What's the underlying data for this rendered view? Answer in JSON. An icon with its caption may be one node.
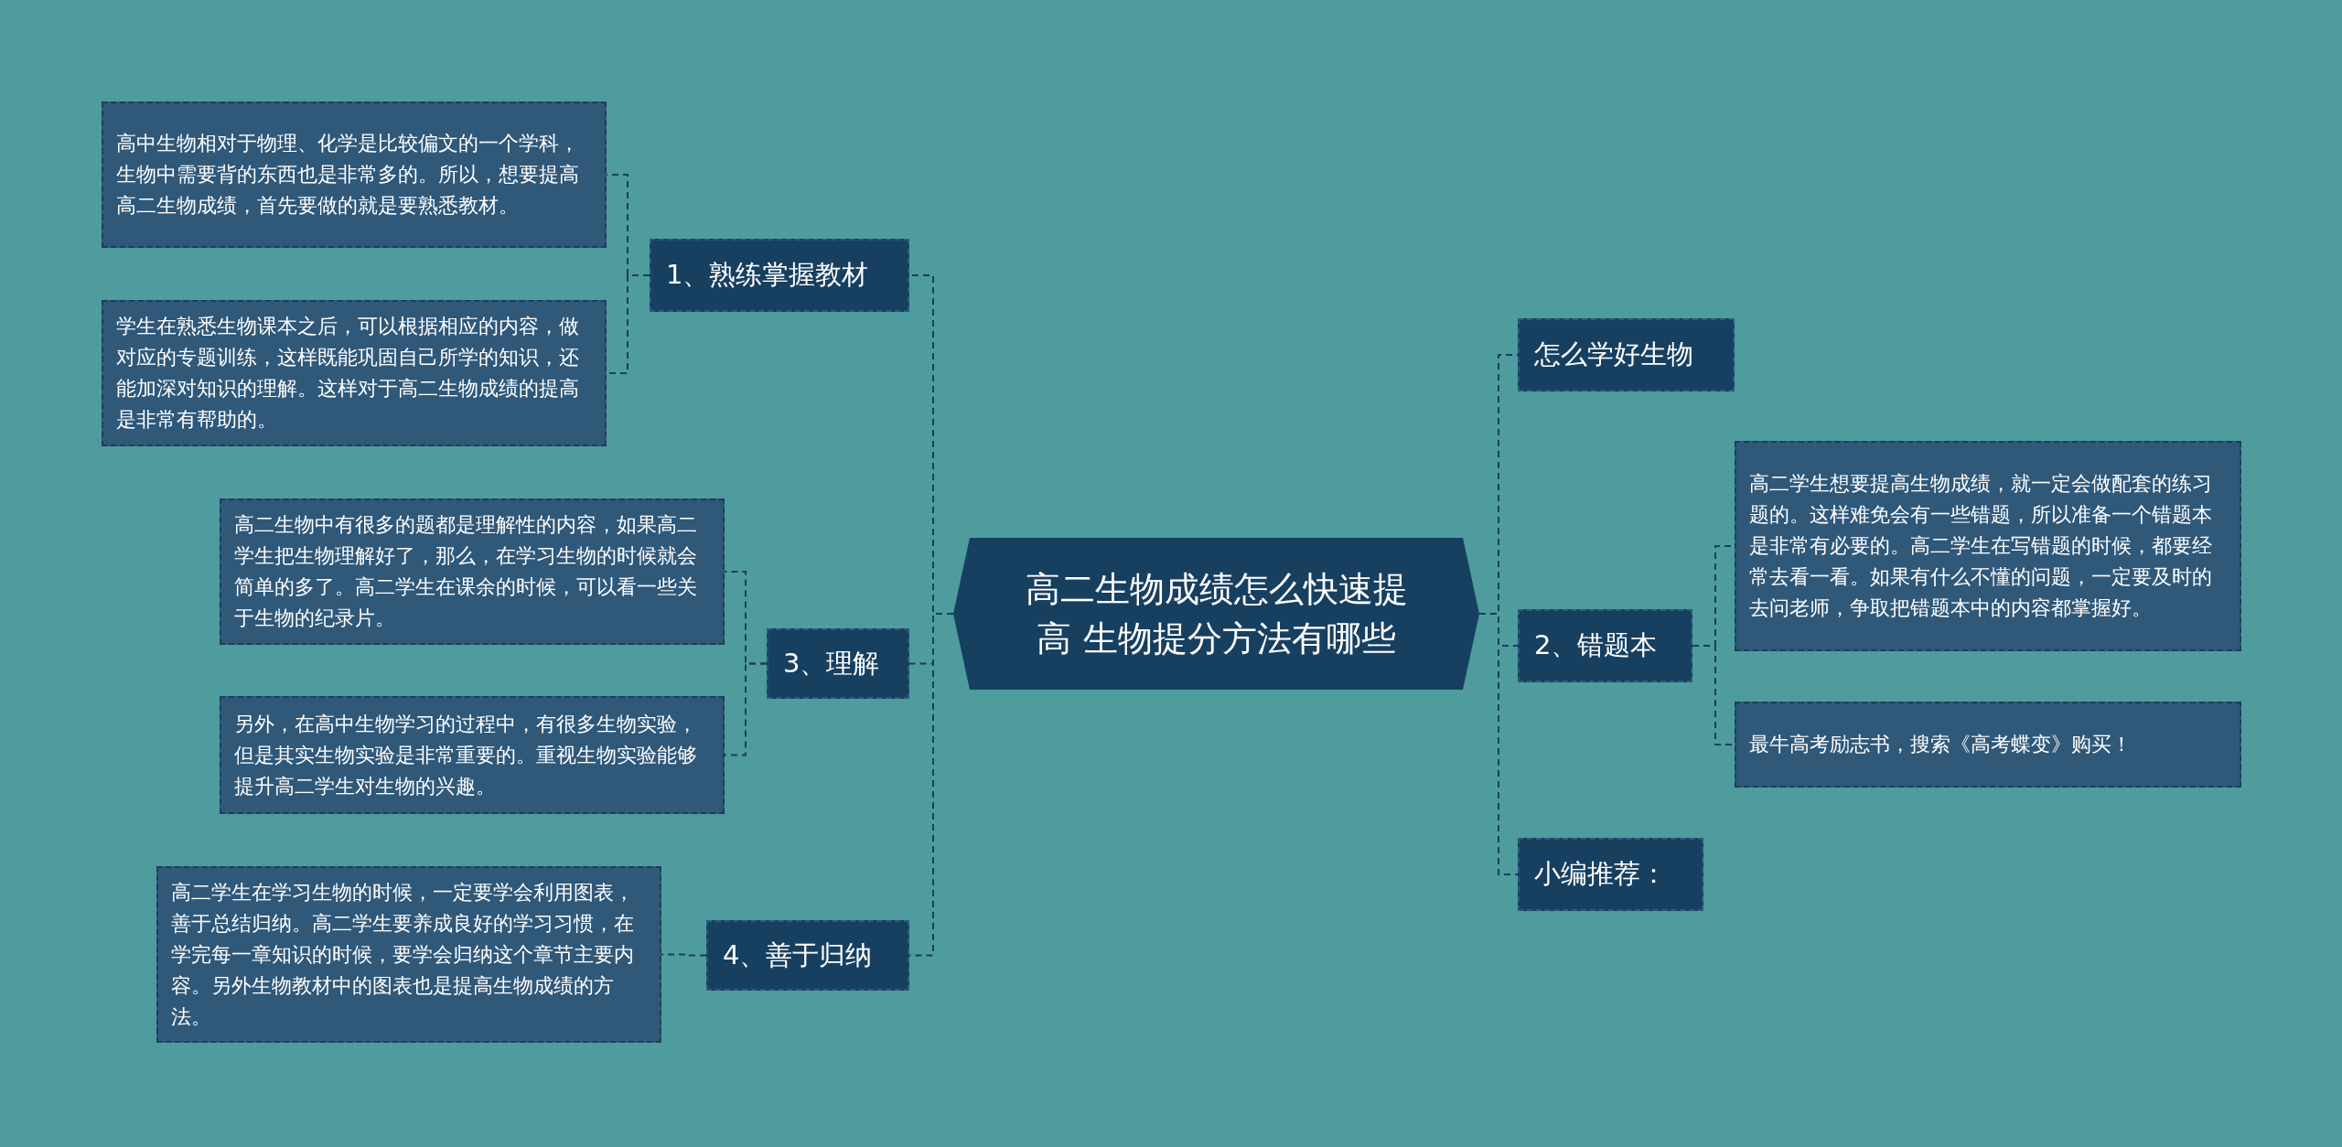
{
  "diagram": {
    "nodes": [
      {
        "text": [
          "高二生物成绩怎么快速提高 生物提分方法有哪些"
        ]
      },
      {
        "text": [
          "1、熟练掌握教材"
        ]
      },
      {
        "text": [
          "高中生物相对于物理、化学是比较偏文的一个学科，生物中需要背的东西也是非常多的。所以，想要提高高二生物成绩，首先要做的就是要熟悉教材。"
        ]
      },
      {
        "text": [
          "学生在熟悉生物课本之后，可以根据相应的内容，做对应的专题训练，这样既能巩固自己所学的知识，还能加深对知识的理解。这样对于高二生物成绩的提高是非常有帮助的。"
        ]
      },
      {
        "text": [
          "3、理解"
        ]
      },
      {
        "text": [
          "高二生物中有很多的题都是理解性的内容，如果高二学生把生物理解好了，那么，在学习生物的时候就会简单的多了。高二学生在课余的时候，可以看一些关于生物的纪录片。"
        ]
      },
      {
        "text": [
          "另外，在高中生物学习的过程中，有很多生物实验，但是其实生物实验是非常重要的。重视生物实验能够提升高二学生对生物的兴趣。"
        ]
      },
      {
        "text": [
          "4、善于归纳"
        ]
      },
      {
        "text": [
          "高二学生在学习生物的时候，一定要学会利用图表，善于总结归纳。高二学生要养成良好的学习习惯，在学完每一章知识的时候，要学会归纳这个章节主要内容。另外生物教材中的图表也是提高生物成绩的方法。"
        ]
      },
      {
        "text": [
          "怎么学好生物"
        ]
      },
      {
        "text": [
          "2、错题本"
        ]
      },
      {
        "text": [
          "高二学生想要提高生物成绩，就一定会做配套的练习题的。这样难免会有一些错题，所以准备一个错题本是非常有必要的。高二学生在写错题的时候，都要经常去看一看。如果有什么不懂的问题，一定要及时的去问老师，争取把错题本中的内容都掌握好。"
        ]
      },
      {
        "text": [
          "最牛高考励志书，搜索《高考蝶变》购买！"
        ]
      },
      {
        "text": [
          "小编推荐："
        ]
      }
    ],
    "edges": [
      {
        "from": 0,
        "to": 1,
        "arrow": "none"
      },
      {
        "from": 1,
        "to": 2,
        "arrow": "none"
      },
      {
        "from": 1,
        "to": 3,
        "arrow": "none"
      },
      {
        "from": 0,
        "to": 4,
        "arrow": "none"
      },
      {
        "from": 4,
        "to": 5,
        "arrow": "none"
      },
      {
        "from": 4,
        "to": 6,
        "arrow": "none"
      },
      {
        "from": 0,
        "to": 7,
        "arrow": "none"
      },
      {
        "from": 7,
        "to": 8,
        "arrow": "none"
      },
      {
        "from": 0,
        "to": 9,
        "arrow": "none"
      },
      {
        "from": 0,
        "to": 10,
        "arrow": "none"
      },
      {
        "from": 10,
        "to": 11,
        "arrow": "none"
      },
      {
        "from": 10,
        "to": 12,
        "arrow": "none"
      },
      {
        "from": 0,
        "to": 13,
        "arrow": "none"
      }
    ]
  }
}
